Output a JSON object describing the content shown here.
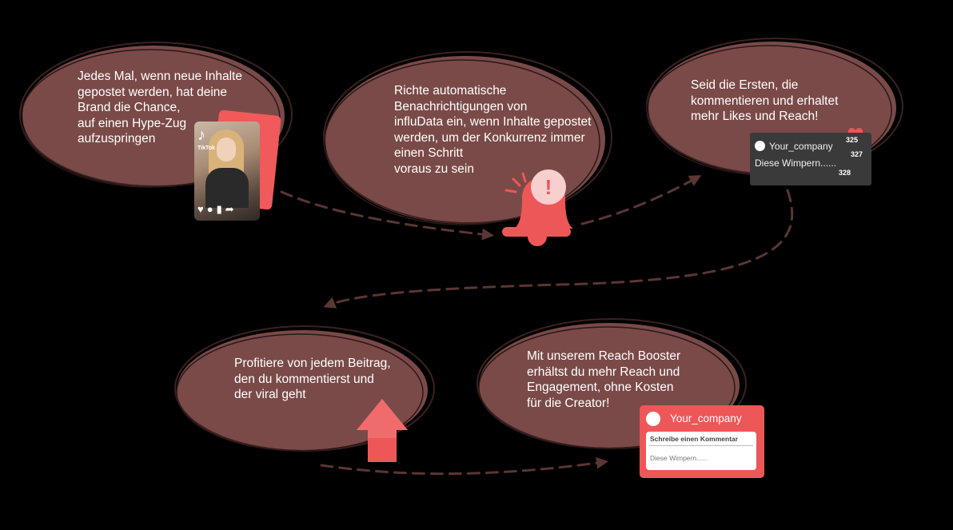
{
  "steps": [
    {
      "lines": [
        "Jedes Mal, wenn neue Inhalte",
        "gepostet werden, hat deine",
        "Brand die Chance,",
        "auf einen Hype-Zug",
        "aufzuspringen"
      ]
    },
    {
      "lines": [
        "Richte automatische",
        "Benachrichtigungen von",
        "influData ein, wenn Inhalte gepostet",
        "werden, um der Konkurrenz immer",
        "einen Schritt",
        "voraus zu sein"
      ]
    },
    {
      "lines": [
        "Seid die Ersten, die",
        "kommentieren und erhaltet",
        "mehr Likes und Reach!"
      ]
    },
    {
      "lines": [
        "Profitiere von jedem Beitrag,",
        "den du kommentierst und",
        "der viral geht"
      ]
    },
    {
      "lines": [
        "Mit unserem Reach Booster",
        "erhältst du mehr Reach und",
        "Engagement, ohne Kosten",
        "für die Creator!"
      ]
    }
  ],
  "tiktok_card": {
    "logo_text": "TikTok"
  },
  "comment_card": {
    "username": "Your_company",
    "comment": "Diese Wimpern......",
    "like_counts": [
      "325",
      "327",
      "328"
    ]
  },
  "reach_card": {
    "username": "Your_company",
    "field_label": "Schreibe einen Kommentar",
    "field_value": "Diese Wimpern......"
  },
  "colors": {
    "background": "#000000",
    "bubble": "#7a4a48",
    "bubble_outline": "#3a2220",
    "accent": "#ee5757",
    "connector": "#5a3634"
  },
  "icons": [
    "tiktok-icon",
    "bell-icon",
    "heart-icon",
    "arrow-up-icon",
    "comment-icon",
    "bookmark-icon",
    "share-icon",
    "avatar-icon"
  ]
}
